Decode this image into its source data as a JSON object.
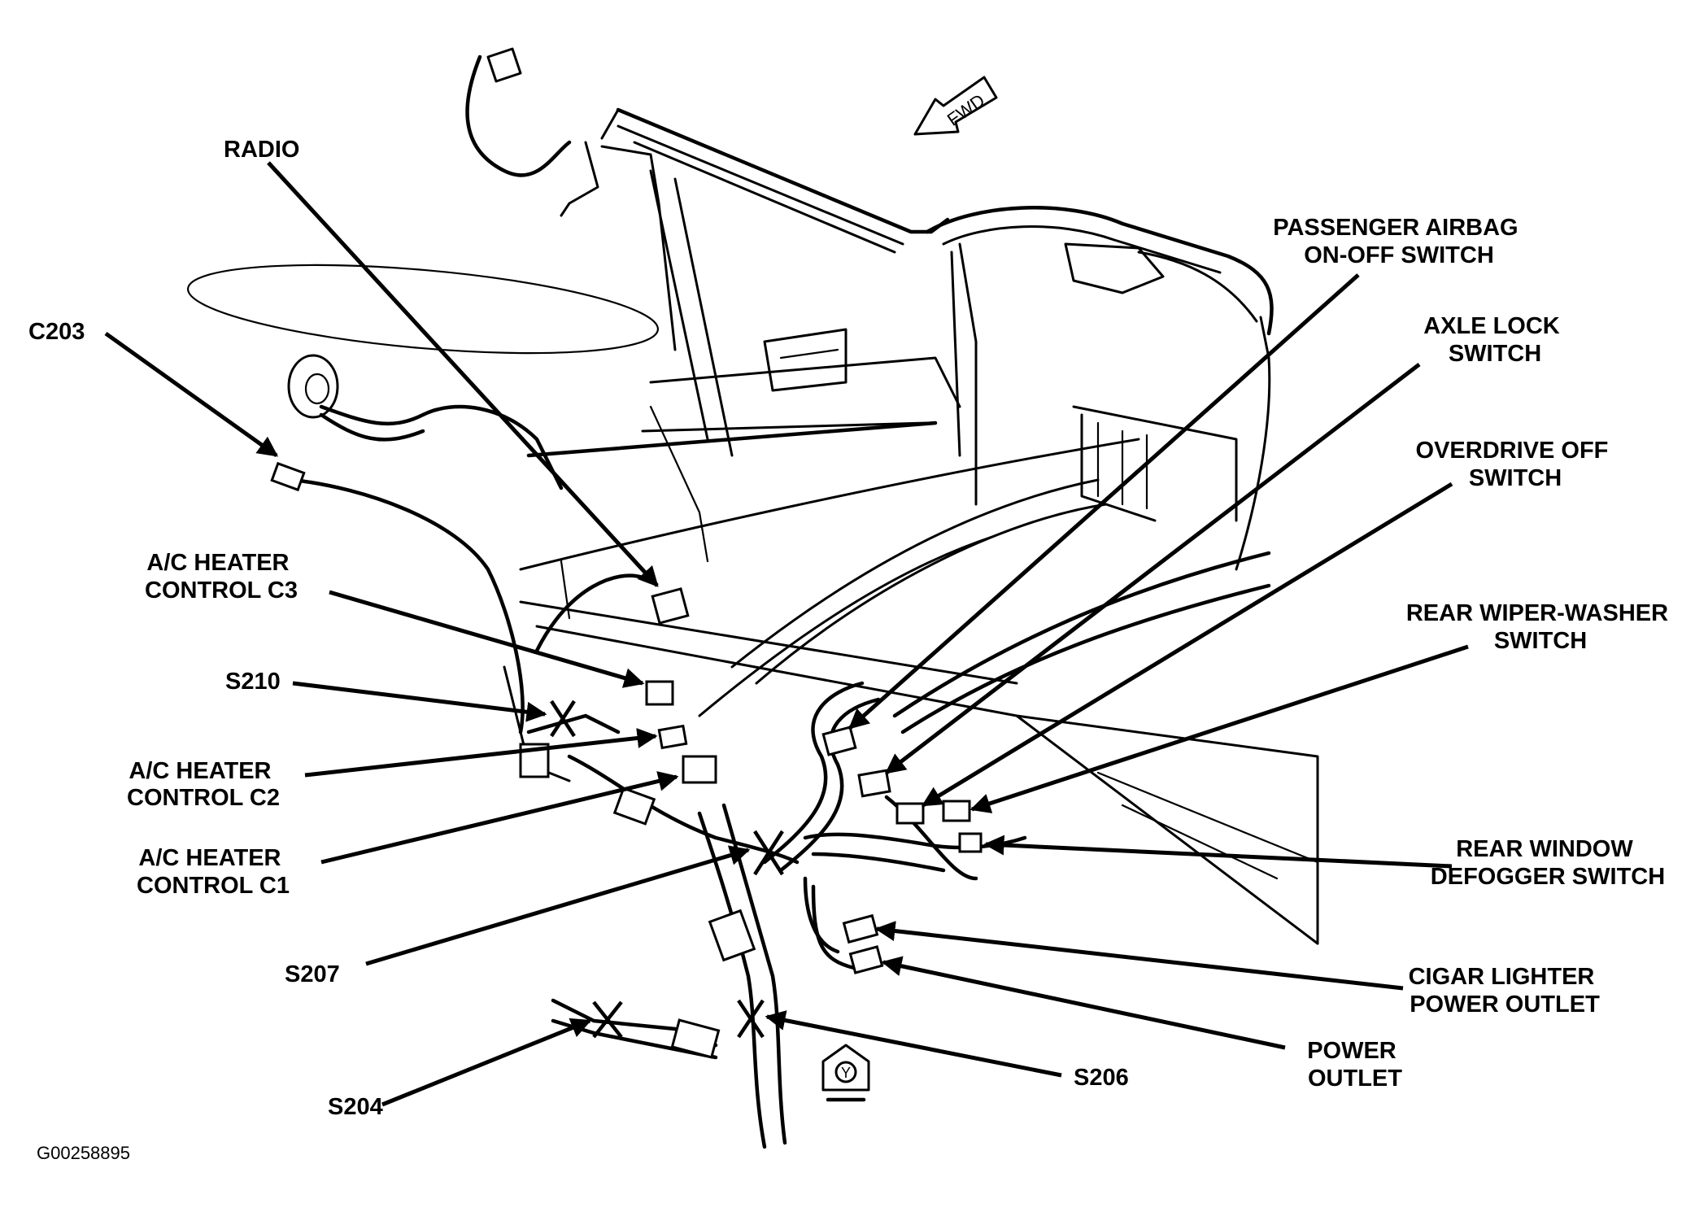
{
  "figure_id": "G00258895",
  "orientation": {
    "forward_label": "FWD",
    "ground_symbol": "Y"
  },
  "callouts": {
    "radio": [
      "RADIO"
    ],
    "c203": [
      "C203"
    ],
    "ac_heater_c3": [
      "A/C HEATER",
      "CONTROL  C3"
    ],
    "s210": [
      "S210"
    ],
    "ac_heater_c2": [
      "A/C HEATER",
      "CONTROL  C2"
    ],
    "ac_heater_c1": [
      "A/C HEATER",
      "CONTROL  C1"
    ],
    "s207": [
      "S207"
    ],
    "s204": [
      "S204"
    ],
    "s206": [
      "S206"
    ],
    "passenger_airbag": [
      "PASSENGER AIRBAG",
      "ON-OFF SWITCH"
    ],
    "axle_lock": [
      "AXLE LOCK",
      "SWITCH"
    ],
    "overdrive_off": [
      "OVERDRIVE OFF",
      "SWITCH"
    ],
    "rear_wiper": [
      "REAR WIPER-WASHER",
      "SWITCH"
    ],
    "rear_defogger": [
      "REAR WINDOW",
      "DEFOGGER SWITCH"
    ],
    "cigar_lighter": [
      "CIGAR LIGHTER",
      "POWER OUTLET"
    ],
    "power_outlet": [
      "POWER",
      "OUTLET"
    ]
  }
}
